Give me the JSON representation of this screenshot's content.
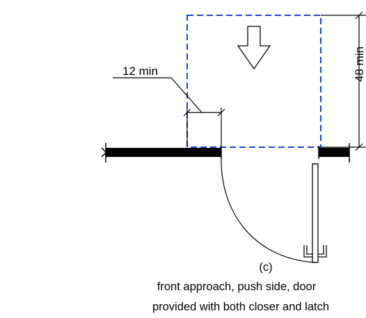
{
  "dimensions": {
    "side_clearance": "12 min",
    "depth_clearance": "48 min"
  },
  "caption": {
    "label": "(c)",
    "line1": "front approach, push side, door",
    "line2": "provided with both closer and latch"
  },
  "colors": {
    "clear_space_outline": "#1f3fd6",
    "line": "#000000"
  }
}
